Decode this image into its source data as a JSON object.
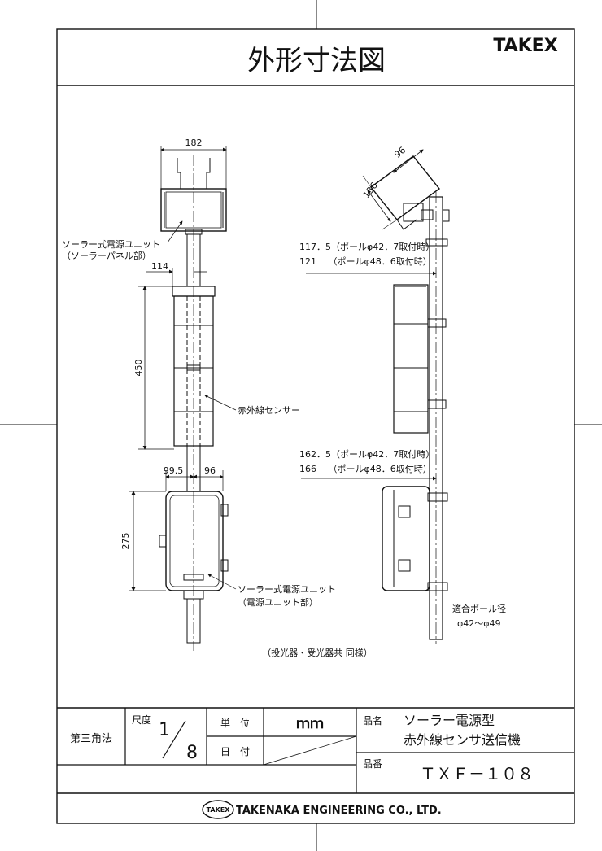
{
  "header": {
    "title": "外形寸法図",
    "brand": "TAKEX"
  },
  "front_view": {
    "dim_top_width": "182",
    "label_solar_panel_1": "ソーラー式電源ユニット",
    "label_solar_panel_2": "（ソーラーパネル部）",
    "dim_sensor_width": "114",
    "dim_sensor_height": "450",
    "label_sensor": "赤外線センサー",
    "dim_power_left": "99.5",
    "dim_power_right": "96",
    "dim_power_height": "275",
    "label_power_unit_1": "ソーラー式電源ユニット",
    "label_power_unit_2": "（電源ユニット部）",
    "note": "（投光器・受光器共 同様）"
  },
  "side_view": {
    "dim_panel_depth": "96",
    "dim_panel_height": "136",
    "dim_top_1": "117．5（ポールφ42．7取付時）",
    "dim_top_2": "121　 （ポールφ48．6取付時）",
    "dim_bottom_1": "162．5（ポールφ42．7取付時）",
    "dim_bottom_2": "166　 （ポールφ48．6取付時）",
    "pole_label_1": "適合ポール径",
    "pole_label_2": "φ42～φ49"
  },
  "title_block": {
    "projection": "第三角法",
    "scale_label": "尺度",
    "scale_num": "1",
    "scale_den": "8",
    "unit_label": "単　位",
    "unit_value": "ｍｍ",
    "date_label": "日　付",
    "product_name_label": "品名",
    "product_name_1": "ソーラー電源型",
    "product_name_2": "赤外線センサ送信機",
    "product_no_label": "品番",
    "product_no": "ＴＸＦ－１０８"
  },
  "footer": {
    "logo_text": "TAKEX",
    "company": "TAKENAKA ENGINEERING CO., LTD."
  }
}
